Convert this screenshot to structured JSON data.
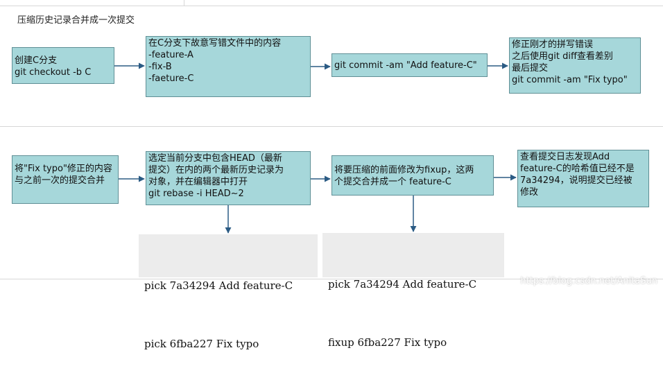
{
  "title": "压缩历史记录合并成一次提交",
  "row1": [
    {
      "text": "创建C分支\ngit checkout -b C"
    },
    {
      "text": "在C分支下故意写错文件中的内容\n-feature-A\n-fix-B\n-faeture-C"
    },
    {
      "text": "git commit -am \"Add feature-C\""
    },
    {
      "text": "修正刚才的拼写错误\n之后使用git diff查看差别\n最后提交\ngit commit -am \"Fix typo\""
    }
  ],
  "row2": [
    {
      "text": "将\"Fix typo\"修正的内容\n与之前一次的提交合并"
    },
    {
      "text": "选定当前分支中包含HEAD（最新\n提交）在内的两个最新历史记录为\n对象，并在编辑器中打开\ngit rebase -i HEAD~2"
    },
    {
      "text": "将要压缩的前面修改为fixup，这两\n个提交合并成一个 feature-C"
    },
    {
      "text": "查看提交日志发现Add\nfeature-C的哈希值已经不是\n7a34294，说明提交已经被\n修改"
    }
  ],
  "code_blocks": [
    {
      "lines": [
        "pick 7a34294 Add feature-C",
        "pick 6fba227 Fix typo"
      ]
    },
    {
      "lines": [
        "pick 7a34294 Add feature-C",
        "fixup 6fba227 Fix typo"
      ]
    }
  ],
  "watermark": "https://blog.csdn.net/AnitaSun",
  "colors": {
    "box_fill": "#a6d7da",
    "box_border": "#5f8f95",
    "arrow": "#2b5b84",
    "code_bg": "#ececec"
  }
}
